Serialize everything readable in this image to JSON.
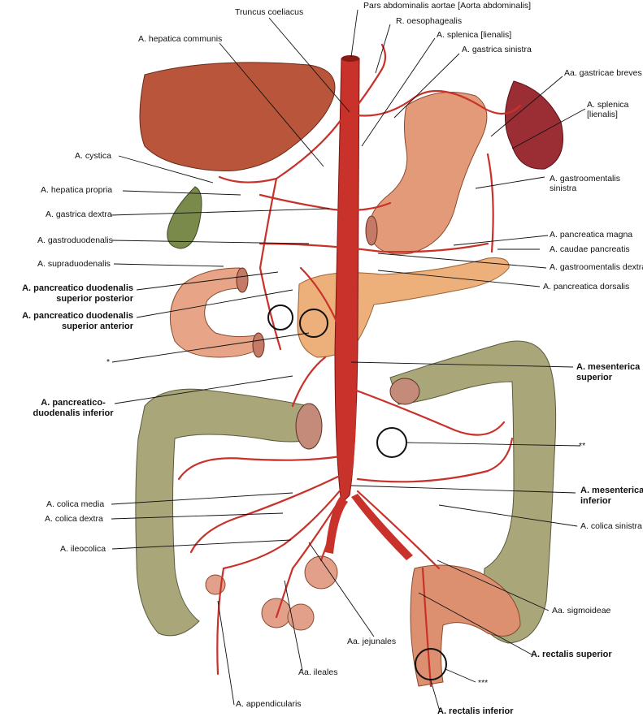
{
  "labels": {
    "truncus_coeliacus": "Truncus coeliacus",
    "pars_abdominalis_aortae": "Pars abdominalis aortae [Aorta abdominalis]",
    "r_oesophagealis": "R. oesophagealis",
    "a_hepatica_communis": "A. hepatica communis",
    "a_splenica_lienalis_top": "A. splenica [lienalis]",
    "a_gastrica_sinistra": "A. gastrica sinistra",
    "aa_gastricae_breves": "Aa. gastricae breves",
    "a_splenica_right_1": "A. splenica",
    "a_splenica_right_2": "[lienalis]",
    "a_cystica": "A. cystica",
    "a_gastroomentalis_sinistra_1": "A. gastroomentalis",
    "a_gastroomentalis_sinistra_2": "sinistra",
    "a_hepatica_propria": "A. hepatica propria",
    "a_gastrica_dextra": "A. gastrica dextra",
    "a_pancreatica_magna": "A. pancreatica magna",
    "a_gastroduodenalis": "A. gastroduodenalis",
    "a_caudae_pancreatis": "A. caudae pancreatis",
    "a_supraduodenalis": "A. supraduodenalis",
    "a_gastroomentalis_dextra": "A. gastroomentalis dextra",
    "a_pd_sup_post_1": "A. pancreatico duodenalis",
    "a_pd_sup_post_2": "superior posterior",
    "a_pancreatica_dorsalis": "A. pancreatica dorsalis",
    "a_pd_sup_ant_1": "A. pancreatico duodenalis",
    "a_pd_sup_ant_2": "superior anterior",
    "asterisk_1": "*",
    "a_mes_sup_1": "A. mesenterica",
    "a_mes_sup_2": "superior",
    "a_pd_inf_1": "A. pancreatico-",
    "a_pd_inf_2": "duodenalis inferior",
    "asterisk_2": "**",
    "a_colica_media": "A. colica media",
    "a_mes_inf_1": "A. mesenterica",
    "a_mes_inf_2": "inferior",
    "a_colica_dextra": "A. colica dextra",
    "a_colica_sinistra": "A. colica sinistra",
    "a_ileocolica": "A. ileocolica",
    "aa_sigmoideae": "Aa. sigmoideae",
    "aa_jejunales": "Aa. jejunales",
    "a_rectalis_superior": "A. rectalis superior",
    "aa_ileales": "Aa. ileales",
    "asterisk_3": "***",
    "a_appendicularis": "A. appendicularis",
    "a_rectalis_inferior": "A. rectalis inferior"
  },
  "colors": {
    "artery": "#c8322a",
    "liver": "#b8553a",
    "gallbladder": "#7a8a4a",
    "stomach": "#e39a78",
    "spleen": "#9a2e34",
    "pancreas": "#eeb07a",
    "colon": "#a9a77a",
    "small_intestine": "#e2a08a"
  }
}
